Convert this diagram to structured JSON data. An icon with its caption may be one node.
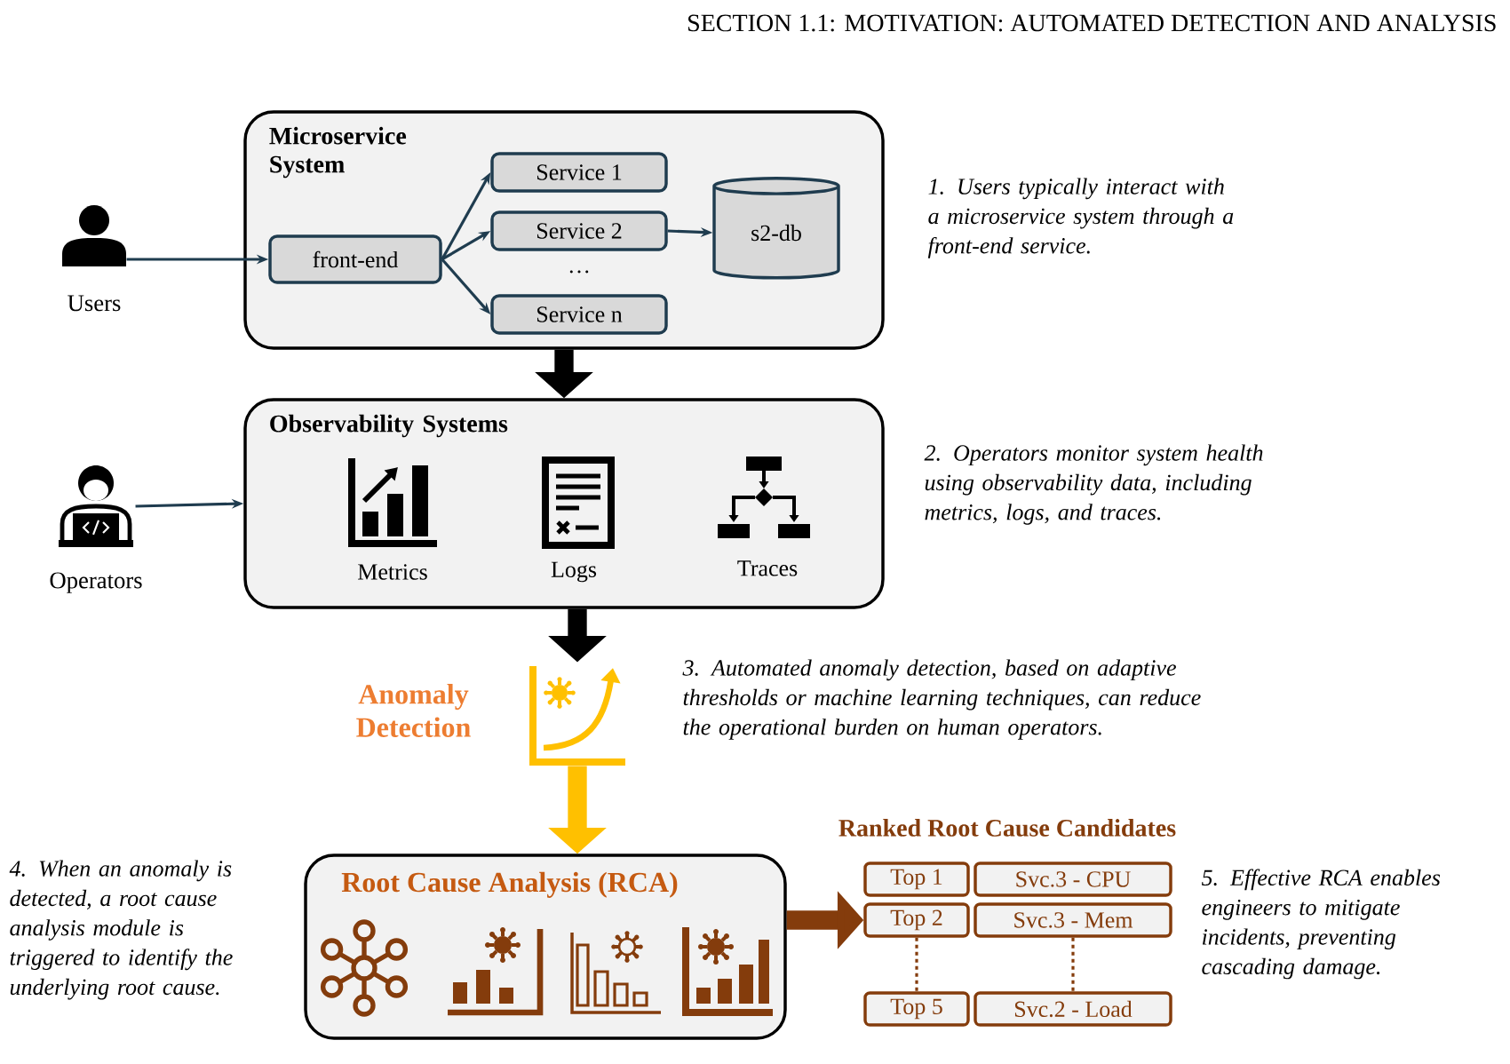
{
  "diagram": {
    "title": "SECTION 1.1: MOTIVATION: AUTOMATED DETECTION AND ANALYSIS",
    "nodes": [
      {
        "text": [],
        "shape": "person",
        "beside": [
          "Users"
        ]
      },
      {
        "text": [
          "Microservice System"
        ]
      },
      {
        "text": [
          "front-end"
        ],
        "in": 1
      },
      {
        "text": [
          "Service 1"
        ],
        "in": 1
      },
      {
        "text": [
          "Service 2"
        ],
        "in": 1
      },
      {
        "text": [
          "Service n"
        ],
        "in": 1
      },
      {
        "text": [
          "s2-db"
        ],
        "in": 1
      },
      {
        "text": [],
        "shape": "person",
        "beside": [
          "Operators"
        ]
      },
      {
        "text": [
          "Observability Systems"
        ]
      },
      {
        "text": [],
        "shape": "picture",
        "beside": [
          "Anomaly Detection"
        ]
      },
      {
        "text": [
          "Root Cause Analysis (RCA)"
        ]
      },
      {
        "text": [
          "Top 1"
        ]
      },
      {
        "text": [
          "Svc.3 - CPU"
        ]
      },
      {
        "text": [
          "Top 2"
        ]
      },
      {
        "text": [
          "Svc.3 - Mem"
        ]
      },
      {
        "text": [
          "Top 5"
        ]
      },
      {
        "text": [
          "Svc.2 - Load"
        ]
      }
    ],
    "edges": [
      {
        "from": 0,
        "to": 2,
        "arrow": "to"
      },
      {
        "from": 2,
        "to": 3,
        "arrow": "to"
      },
      {
        "from": 2,
        "to": 4,
        "arrow": "to"
      },
      {
        "from": 2,
        "to": 5,
        "arrow": "to"
      },
      {
        "from": 4,
        "to": 6,
        "arrow": "to"
      },
      {
        "from": 7,
        "to": 8,
        "arrow": "to"
      },
      {
        "from": 1,
        "to": 8,
        "arrow": "to",
        "style": "thick",
        "color": "#000000"
      },
      {
        "from": 8,
        "to": 9,
        "arrow": "to",
        "style": "thick",
        "color": "#000000"
      },
      {
        "from": 9,
        "to": 10,
        "arrow": "to",
        "style": "thick",
        "color": "#ffc000"
      },
      {
        "from": 10,
        "to": 13,
        "arrow": "to",
        "style": "thick",
        "color": "#843c0c"
      },
      {
        "from": 13,
        "to": 15,
        "arrow": "none",
        "style": "dashed",
        "color": "#843c0c"
      },
      {
        "from": 14,
        "to": 16,
        "arrow": "none",
        "style": "dashed",
        "color": "#843c0c"
      }
    ],
    "labels": [
      "1. Users typically interact with a microservice system through a front-end service.",
      "…",
      "2. Operators monitor system health using observability data, including metrics, logs, and traces.",
      "Metrics",
      "Logs",
      "Traces",
      "3. Automated anomaly detection, based on adaptive thresholds or machine learning techniques, can reduce the operational burden on human operators.",
      "Ranked Root Cause Candidates",
      "4. When an anomaly is detected, a root cause analysis module is triggered to identify the underlying root cause.",
      "5. Effective RCA enables engineers to mitigate incidents, preventing cascading damage."
    ]
  }
}
